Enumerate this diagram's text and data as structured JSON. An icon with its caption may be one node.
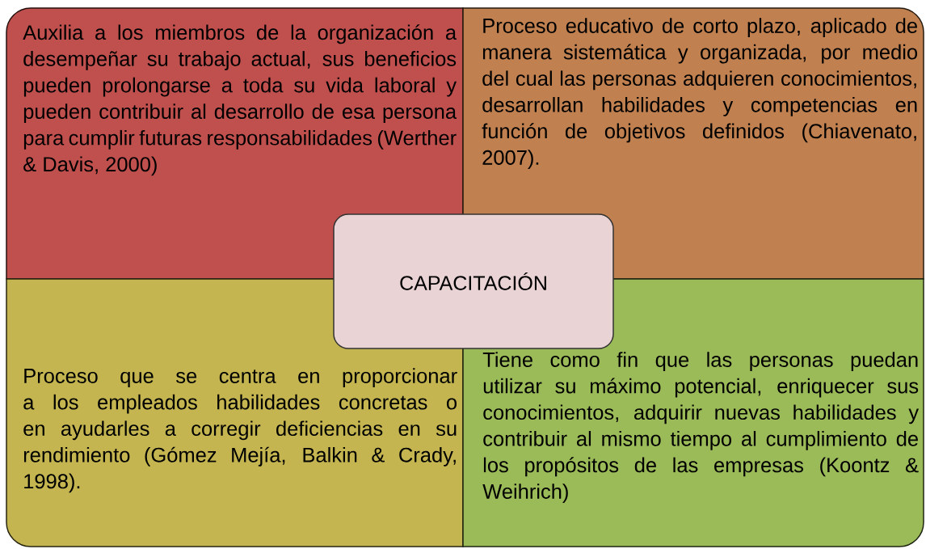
{
  "diagram": {
    "nodes": [
      {
        "text": [
          "Auxilia a los miembros de la organización a desempeñar su trabajo actual, sus beneficios pueden prolongarse a toda su vida laboral y pueden contribuir al desarrollo de esa persona para cumplir futuras responsabilidades (Werther & Davis, 2000)"
        ]
      },
      {
        "text": [
          "Proceso educativo de corto plazo, aplicado de manera sistemática y organizada, por medio del cual las personas adquieren conocimientos, desarrollan habilidades y competencias en función de objetivos definidos (Chiavenato, 2007)."
        ]
      },
      {
        "text": [
          "Proceso que se centra en proporcionar a los empleados habilidades concretas o en ayudarles a corregir deficiencias en su rendimiento (Gómez Mejía, Balkin & Crady, 1998)."
        ]
      },
      {
        "text": [
          "Tiene como fin que las personas puedan utilizar su máximo potencial, enriquecer sus conocimientos, adquirir nuevas habilidades y contribuir al mismo tiempo al cumplimiento de los propósitos de las empresas (Koontz & Weihrich)"
        ]
      },
      {
        "text": [
          "CAPACITACIÓN"
        ]
      }
    ]
  }
}
